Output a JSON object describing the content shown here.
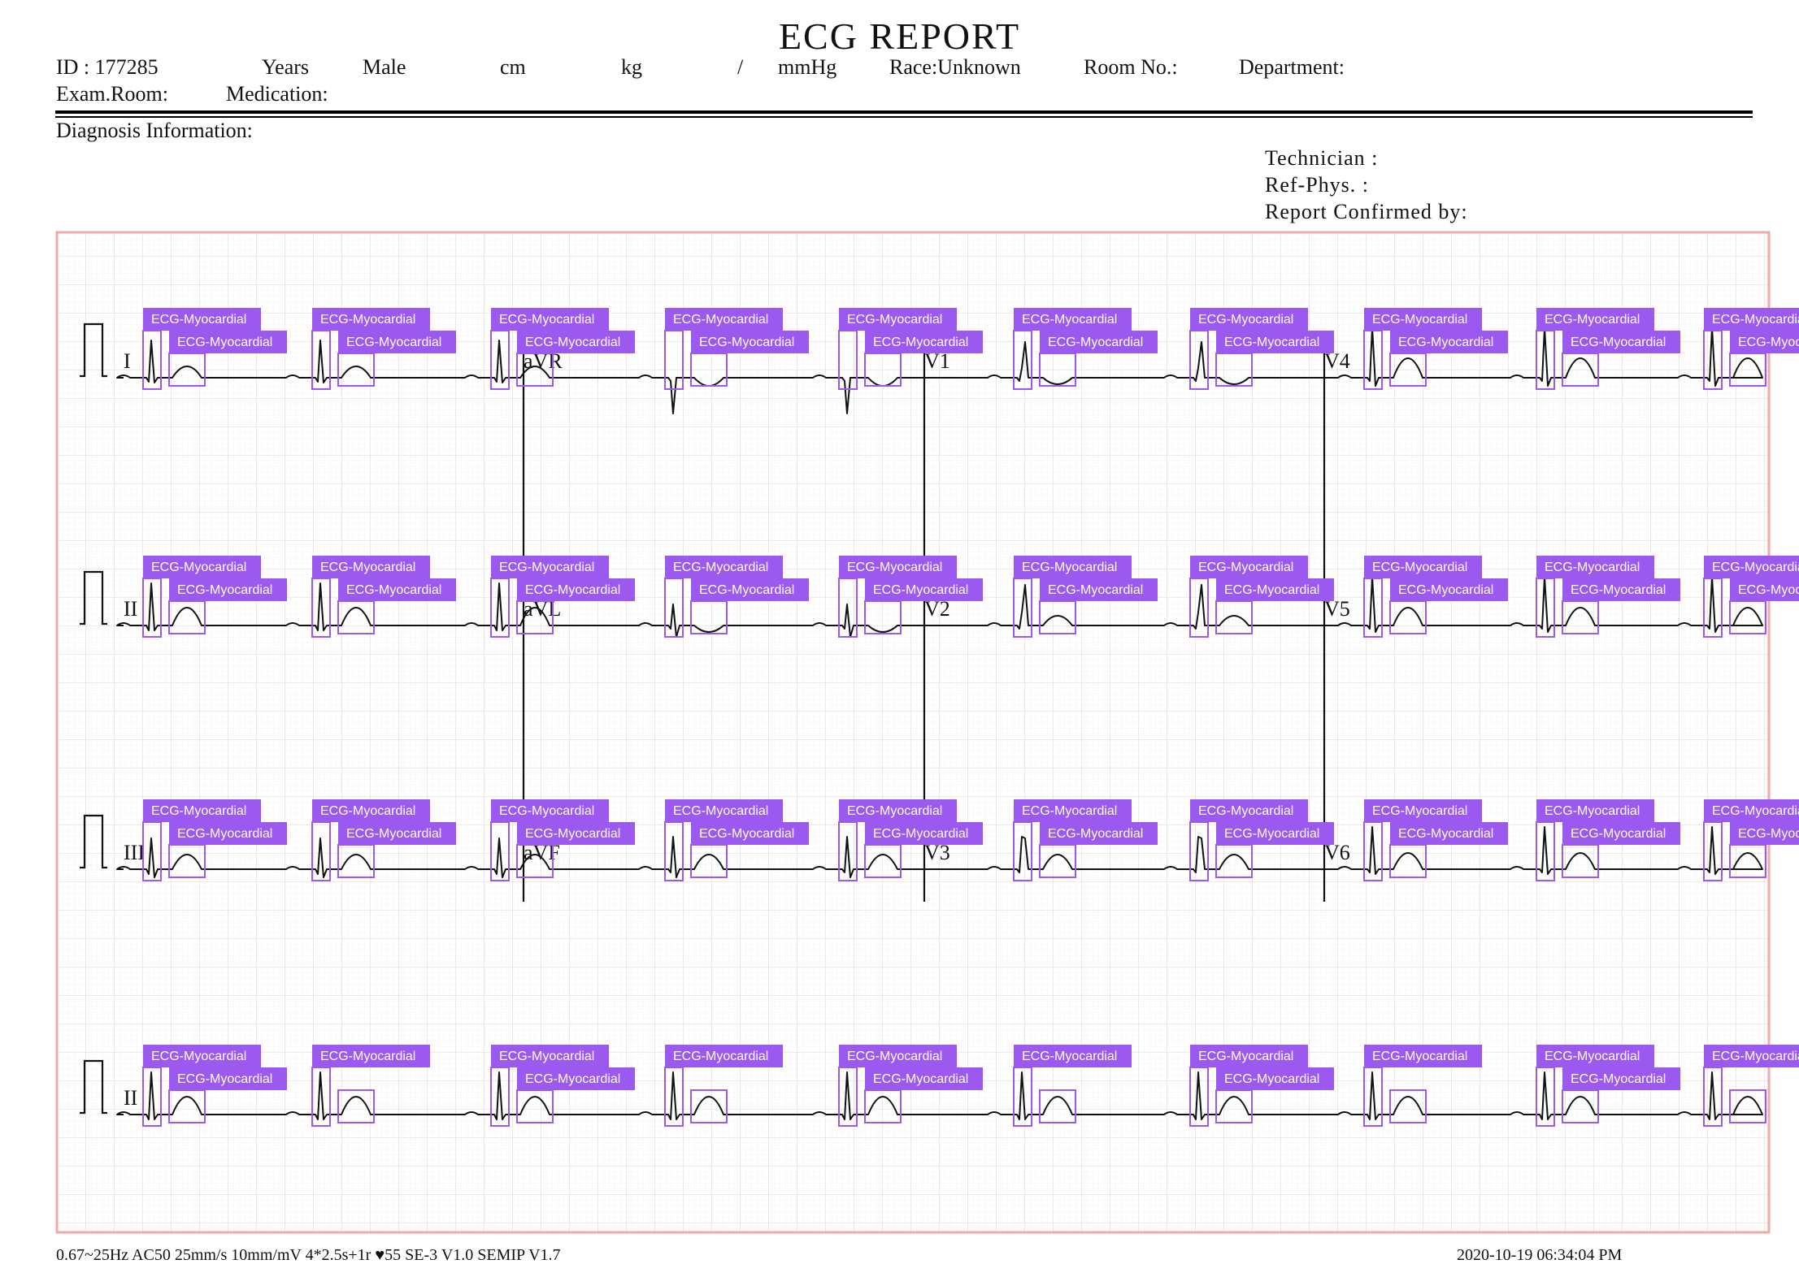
{
  "report": {
    "title": "ECG  REPORT",
    "patient": {
      "id": "ID : 177285",
      "years": "Years",
      "sex": "Male",
      "height_unit": "cm",
      "weight_unit": "kg",
      "bp_sep": "/",
      "bp_unit": "mmHg",
      "race": "Race:Unknown",
      "room": "Room  No.:",
      "department": "Department:",
      "exam_room": "Exam.Room:",
      "medication": "Medication:"
    },
    "diagnosis_label": "Diagnosis  Information:",
    "technician": "Technician :",
    "ref_phys": "Ref-Phys. :",
    "confirmed_by": "Report  Confirmed  by:",
    "footer_settings": "0.67~25Hz  AC50  25mm/s  10mm/mV  4*2.5s+1r  ♥55    SE-3  V1.0  SEMIP  V1.7",
    "footer_datetime": "2020-10-19    06:34:04  PM"
  },
  "detection_label": "ECG-Myocardial",
  "colors": {
    "grid_minor": "#e9e3e3",
    "grid_border": "#f2a9a9",
    "trace": "#111111",
    "box": "#9b59f0",
    "label_bg": "#9b59f0",
    "label_text": "#ffffff"
  },
  "chart_data": {
    "type": "ecg",
    "paper_speed": "25mm/s",
    "gain": "10mm/mV",
    "layout": "4*2.5s+1r",
    "heart_rate_bpm": 55,
    "rows": [
      {
        "leads": [
          "I",
          "aVR",
          "V1",
          "V4"
        ]
      },
      {
        "leads": [
          "II",
          "aVL",
          "V2",
          "V5"
        ]
      },
      {
        "leads": [
          "III",
          "aVF",
          "V3",
          "V6"
        ]
      },
      {
        "leads": [
          "II"
        ],
        "rhythm": true
      }
    ],
    "lead_labels": {
      "row1": [
        "I",
        "aVR",
        "V1",
        "V4"
      ],
      "row2": [
        "II",
        "aVL",
        "V2",
        "V5"
      ],
      "row3": [
        "III",
        "aVF",
        "V3",
        "V6"
      ],
      "row4": [
        "II"
      ]
    }
  }
}
